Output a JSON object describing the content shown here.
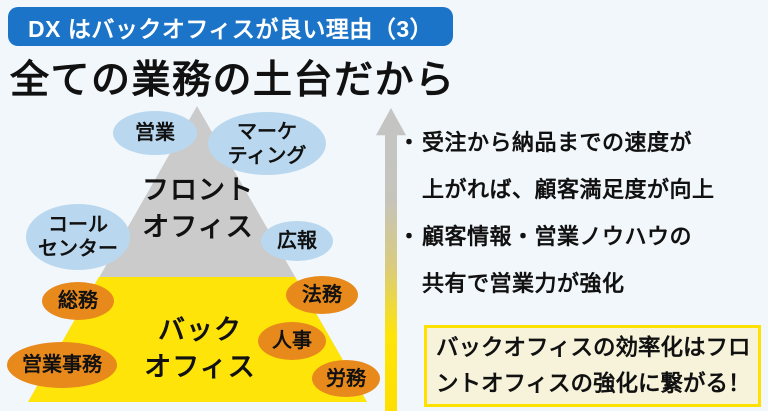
{
  "page": {
    "background_color": "#f2f7fb"
  },
  "banner": {
    "title": "DX はバックオフィスが良い理由（3）",
    "bg_color": "#1b74c7",
    "text_color": "#ffffff"
  },
  "heading": {
    "text": "全ての業務の土台だから"
  },
  "pyramid": {
    "front_office": {
      "label": "フロント\nオフィス",
      "color": "#cbcbcb"
    },
    "back_office": {
      "label": "バック\nオフィス",
      "color": "#ffe409"
    },
    "front_bubble_color": "#b9d8ef",
    "back_bubble_color": "#e8891c",
    "front_departments": [
      {
        "label": "営業"
      },
      {
        "label": "マーケ\nティング"
      },
      {
        "label": "コール\nセンター"
      },
      {
        "label": "広報"
      }
    ],
    "back_departments": [
      {
        "label": "総務"
      },
      {
        "label": "営業事務"
      },
      {
        "label": "法務"
      },
      {
        "label": "人事"
      },
      {
        "label": "労務"
      }
    ]
  },
  "arrow": {
    "top_color": "#c4c4c4",
    "bottom_color": "#ffe409",
    "direction": "up"
  },
  "right_panel": {
    "bullets": [
      {
        "marker": "・",
        "lines": [
          "受注から納品までの速度が",
          "上がれば、顧客満足度が向上"
        ]
      },
      {
        "marker": "・",
        "lines": [
          "顧客情報・営業ノウハウの",
          "共有で営業力が強化"
        ]
      }
    ],
    "callout": {
      "lines": [
        "バックオフィスの効率化はフロ",
        "ントオフィスの強化に繋がる！"
      ],
      "border_color": "#ffe100",
      "bg_color": "#f6f3da"
    }
  }
}
